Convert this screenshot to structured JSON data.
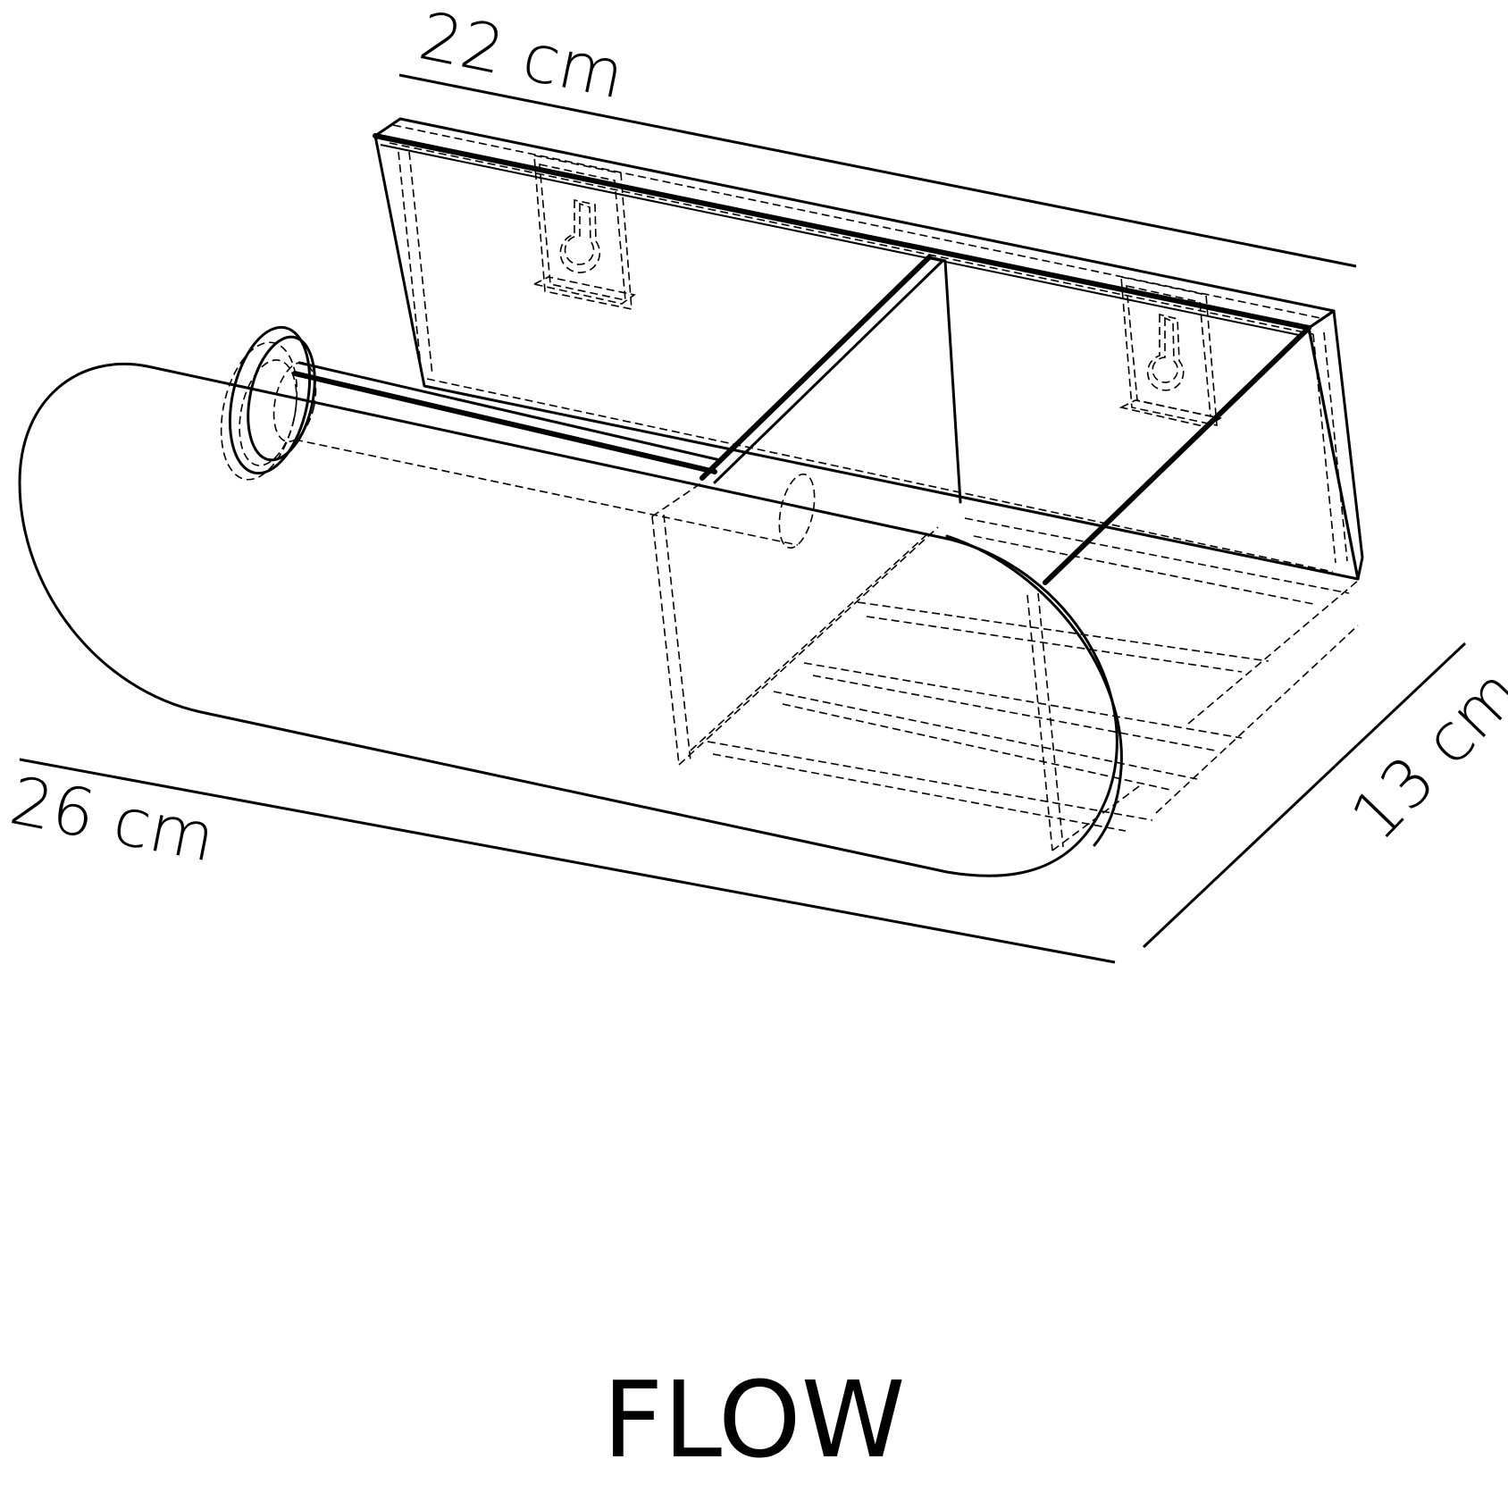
{
  "diagram": {
    "dimensions": {
      "top_width": "22 cm",
      "bottom_length": "26 cm",
      "depth": "13 cm"
    },
    "product_name": "FLOW",
    "colors": {
      "line": "#000000",
      "background": "#ffffff"
    }
  }
}
